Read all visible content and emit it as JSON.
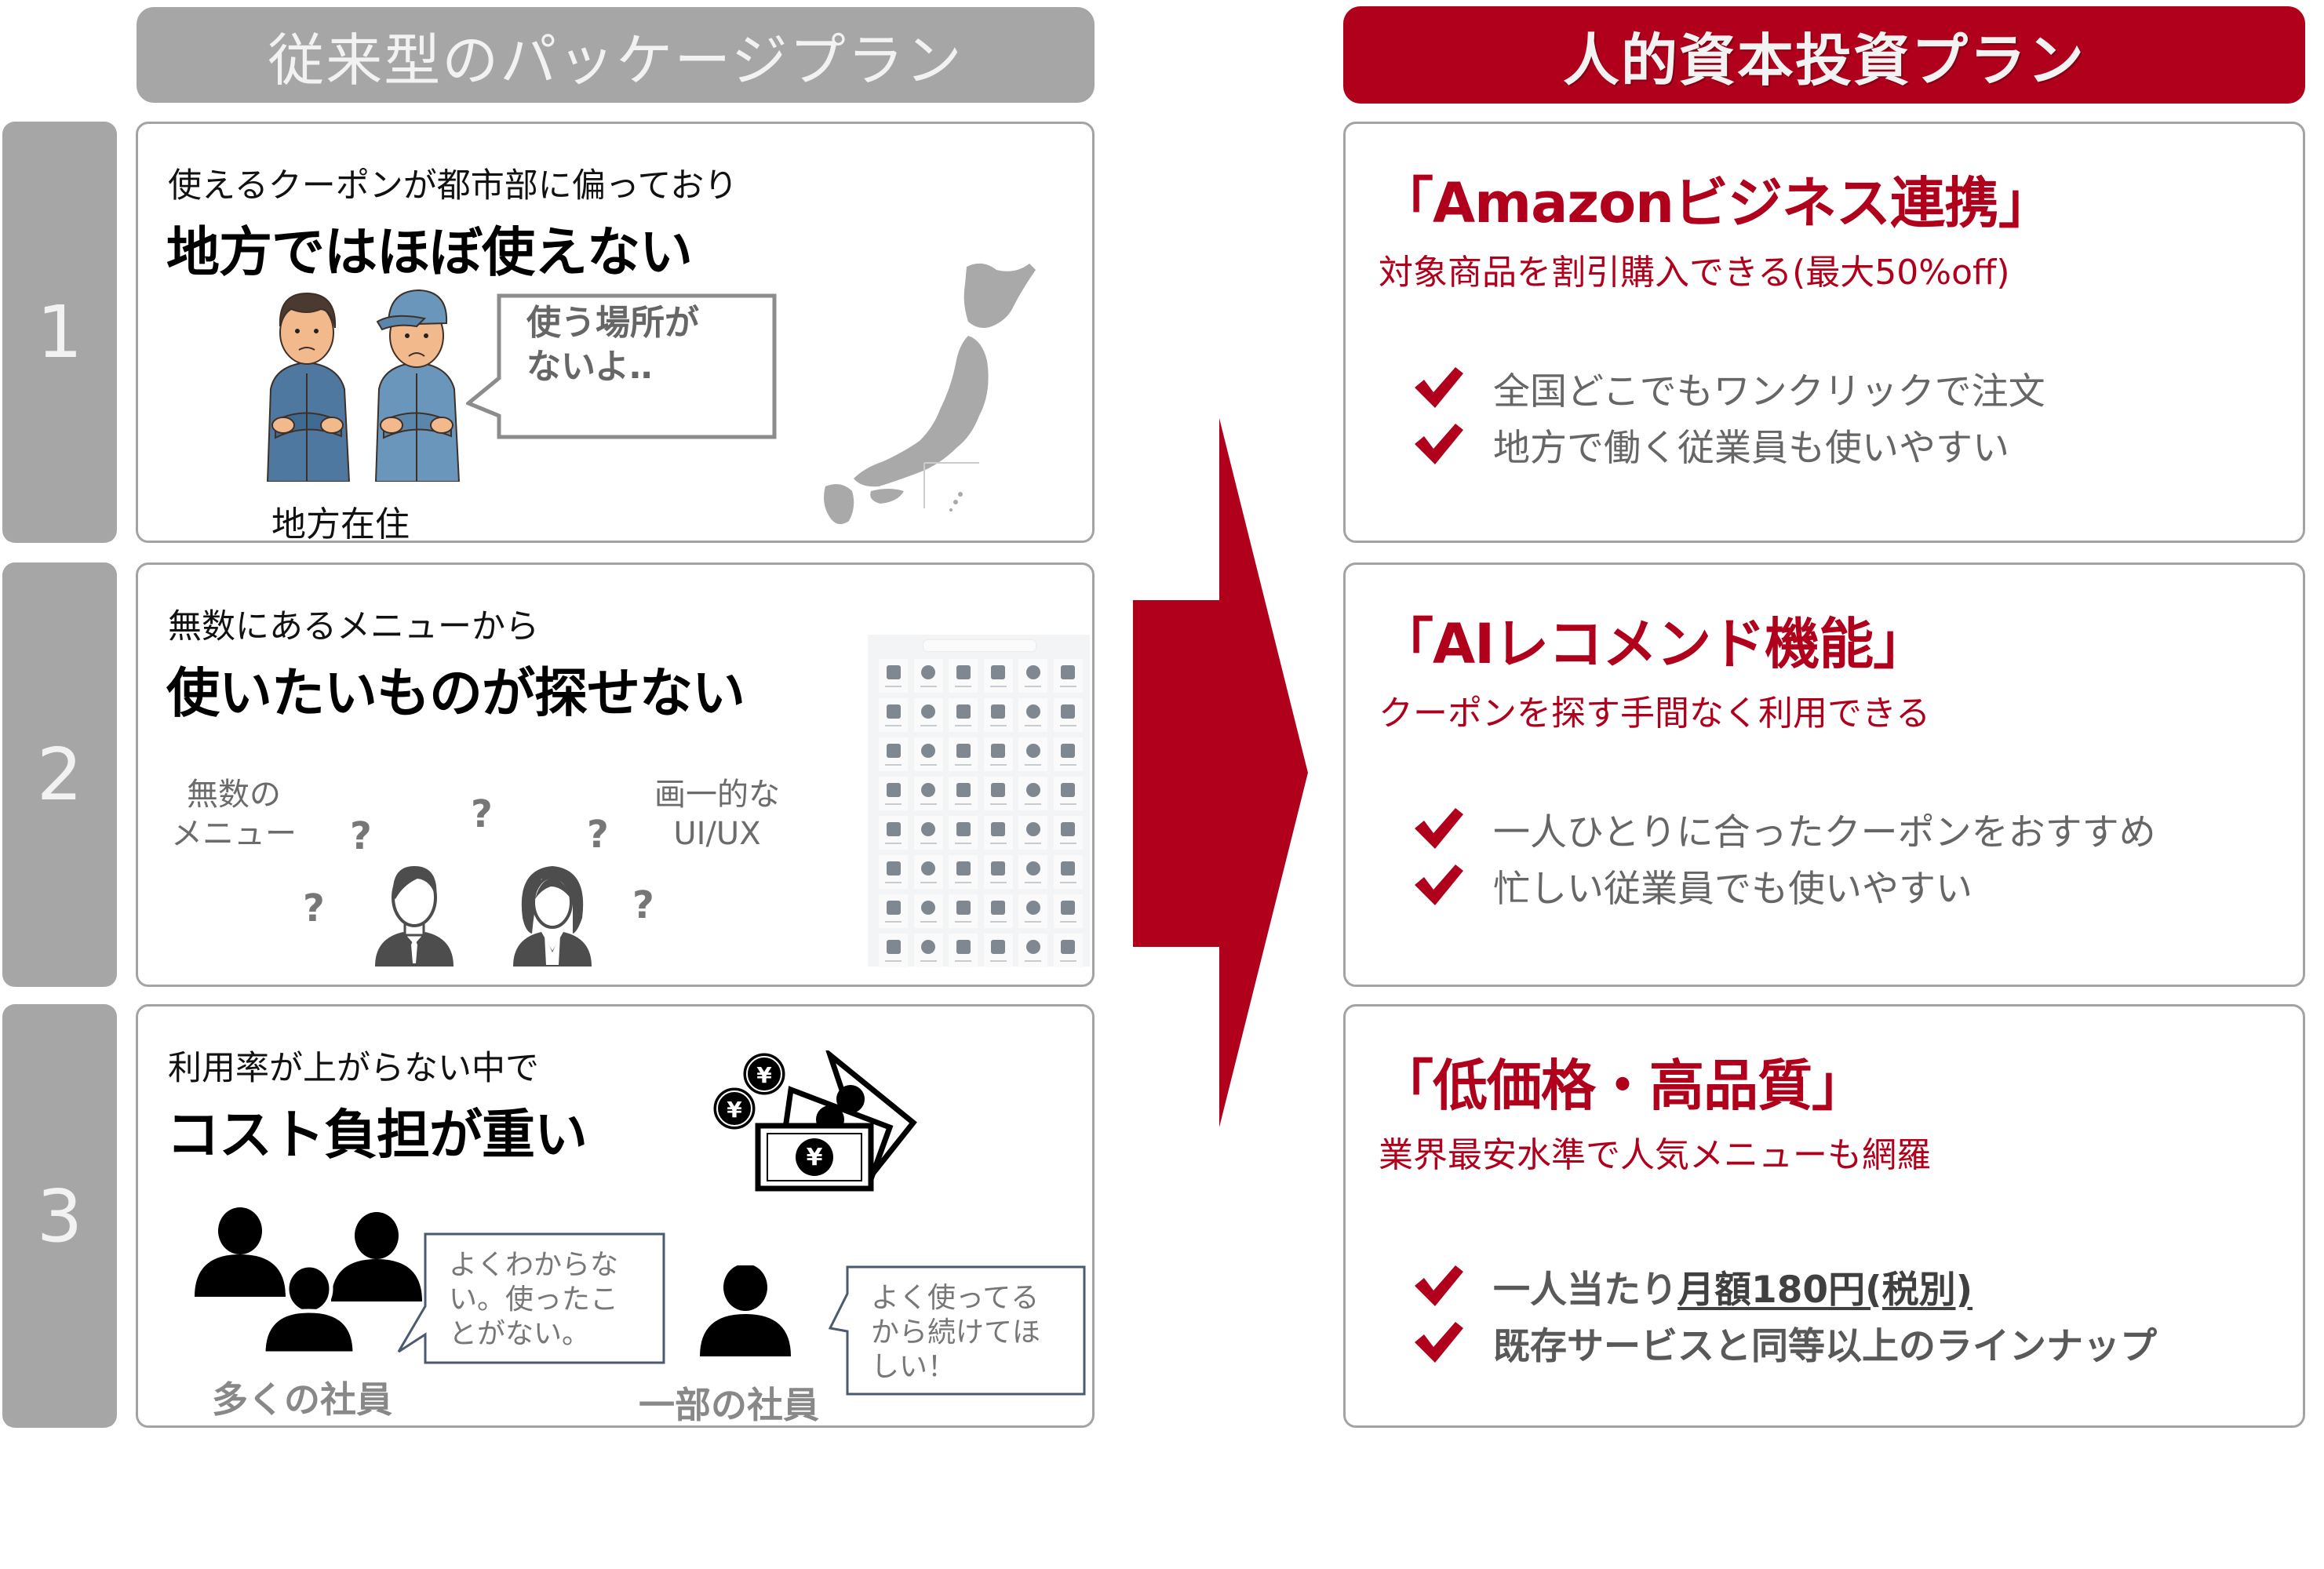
{
  "headers": {
    "old_plan": "従来型のパッケージプラン",
    "new_plan": "人的資本投資プラン"
  },
  "colors": {
    "accent_red": "#b1001c",
    "tab_gray": "#a6a6a6",
    "panel_border": "#a3a3a3",
    "text_gray": "#666666"
  },
  "left_panels": [
    {
      "number": "1",
      "subtitle": "使えるクーポンが都市部に偏っており",
      "heading": "地方ではほぼ使えない",
      "speech": "使う場所が\nないよ‥",
      "caption": "地方在住",
      "illustration": "two-workers-arms-crossed",
      "map": "japan-map"
    },
    {
      "number": "2",
      "subtitle": "無数にあるメニューから",
      "heading": "使いたいものが探せない",
      "label_left": "無数の\nメニュー",
      "label_right": "画一的な\nUI/UX",
      "question_mark": "?",
      "illustration": "confused-man-and-woman",
      "icon_grid": {
        "columns": 6,
        "rows": 8
      }
    },
    {
      "number": "3",
      "subtitle": "利用率が上がらない中で",
      "heading": "コスト負担が重い",
      "group_speech": "よくわからな\nい。使ったこ\nとがない。",
      "group_caption": "多くの社員",
      "single_speech": "よく使ってる\nから続けてほ\nしい！",
      "single_caption": "一部の社員",
      "illustration": "yen-money-stack"
    }
  ],
  "arrow": {
    "direction": "right"
  },
  "right_panels": [
    {
      "title": "「Amazonビジネス連携」",
      "subtitle": "対象商品を割引購入できる(最大50%off)",
      "bullets": [
        {
          "text": "全国どこでもワンクリックで注文"
        },
        {
          "text": "地方で働く従業員も使いやすい"
        }
      ]
    },
    {
      "title": "「AIレコメンド機能」",
      "subtitle": "クーポンを探す手間なく利用できる",
      "bullets": [
        {
          "text": "一人ひとりに合ったクーポンをおすすめ"
        },
        {
          "text": "忙しい従業員でも使いやすい"
        }
      ]
    },
    {
      "title": "「低価格・高品質」",
      "subtitle": "業界最安水準で人気メニューも網羅",
      "bullets": [
        {
          "prefix": "一人当たり",
          "emphasis": "月額180円(税別)"
        },
        {
          "text": "既存サービスと同等以上のラインナップ"
        }
      ]
    }
  ]
}
